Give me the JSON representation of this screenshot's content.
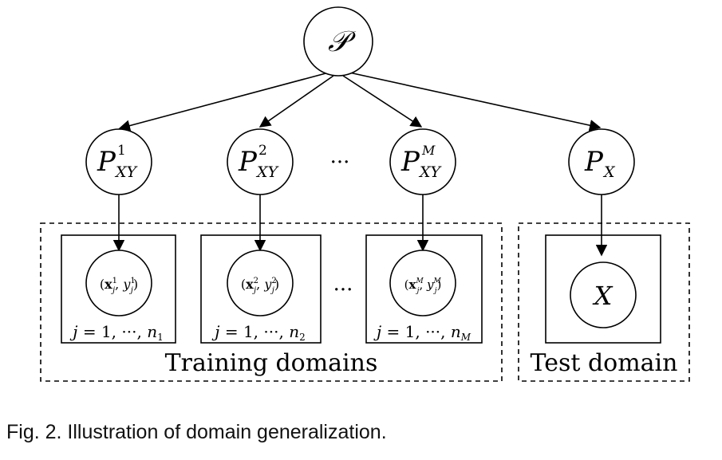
{
  "diagram": {
    "root": {
      "symbol": "𝒫"
    },
    "training_dists": [
      {
        "base": "P",
        "sup": "1",
        "sub": "XY"
      },
      {
        "base": "P",
        "sup": "2",
        "sub": "XY"
      },
      {
        "base": "P",
        "sup": "M",
        "sub": "XY"
      }
    ],
    "test_dist": {
      "base": "P",
      "sub": "X"
    },
    "ellipsis": "···",
    "samples": [
      {
        "open": "(",
        "x": "x",
        "xsup": "1",
        "xsub": "j",
        "comma": ", ",
        "y": "y",
        "ysup": "1",
        "ysub": "j",
        "close": ")"
      },
      {
        "open": "(",
        "x": "x",
        "xsup": "2",
        "xsub": "j",
        "comma": ", ",
        "y": "y",
        "ysup": "2",
        "ysub": "j",
        "close": ")"
      },
      {
        "open": "(",
        "x": "x",
        "xsup": "M",
        "xsub": "j",
        "comma": ", ",
        "y": "y",
        "ysup": "M",
        "ysub": "j",
        "close": ")"
      }
    ],
    "plates": [
      {
        "j": "j",
        "eq": " = 1, ···, ",
        "n": "n",
        "nsub": "1"
      },
      {
        "j": "j",
        "eq": " = 1, ···, ",
        "n": "n",
        "nsub": "2"
      },
      {
        "j": "j",
        "eq": " = 1, ···, ",
        "n": "n",
        "nsub": "M"
      }
    ],
    "test_node": "X",
    "training_label": "Training domains",
    "test_label": "Test domain"
  },
  "caption": "Fig. 2. Illustration of domain generalization."
}
